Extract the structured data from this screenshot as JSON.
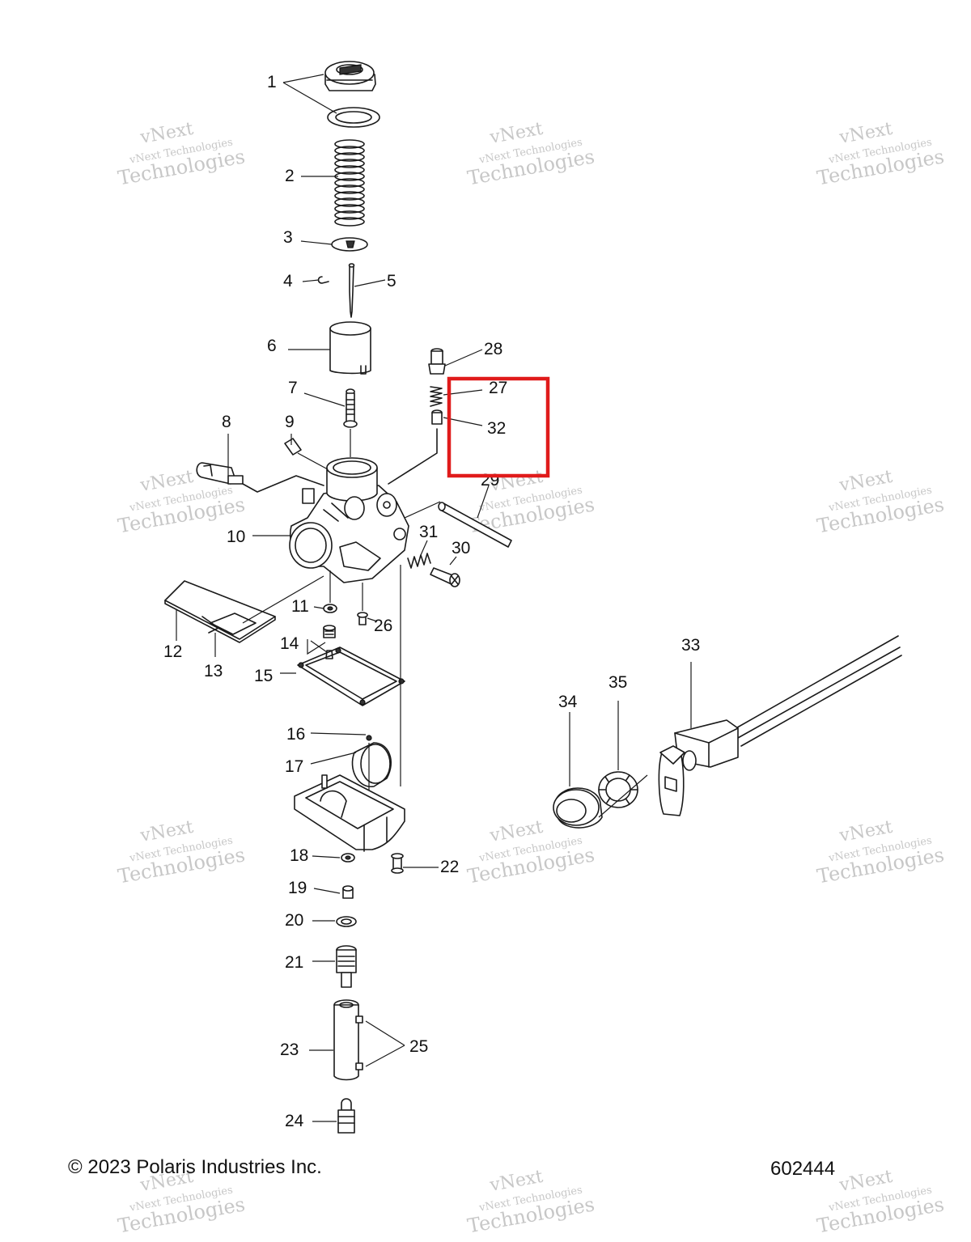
{
  "callouts": [
    {
      "id": "1",
      "label": "1"
    },
    {
      "id": "2",
      "label": "2"
    },
    {
      "id": "3",
      "label": "3"
    },
    {
      "id": "4",
      "label": "4"
    },
    {
      "id": "5",
      "label": "5"
    },
    {
      "id": "6",
      "label": "6"
    },
    {
      "id": "7",
      "label": "7"
    },
    {
      "id": "8",
      "label": "8"
    },
    {
      "id": "9",
      "label": "9"
    },
    {
      "id": "10",
      "label": "10"
    },
    {
      "id": "11",
      "label": "11"
    },
    {
      "id": "12",
      "label": "12"
    },
    {
      "id": "13",
      "label": "13"
    },
    {
      "id": "14",
      "label": "14"
    },
    {
      "id": "15",
      "label": "15"
    },
    {
      "id": "16",
      "label": "16"
    },
    {
      "id": "17",
      "label": "17"
    },
    {
      "id": "18",
      "label": "18"
    },
    {
      "id": "19",
      "label": "19"
    },
    {
      "id": "20",
      "label": "20"
    },
    {
      "id": "21",
      "label": "21"
    },
    {
      "id": "22",
      "label": "22"
    },
    {
      "id": "23",
      "label": "23"
    },
    {
      "id": "24",
      "label": "24"
    },
    {
      "id": "25",
      "label": "25"
    },
    {
      "id": "26",
      "label": "26"
    },
    {
      "id": "27",
      "label": "27"
    },
    {
      "id": "28",
      "label": "28"
    },
    {
      "id": "29",
      "label": "29"
    },
    {
      "id": "30",
      "label": "30"
    },
    {
      "id": "31",
      "label": "31"
    },
    {
      "id": "32",
      "label": "32"
    },
    {
      "id": "33",
      "label": "33"
    },
    {
      "id": "34",
      "label": "34"
    },
    {
      "id": "35",
      "label": "35"
    }
  ],
  "watermark": {
    "line1": "vNext",
    "line2": "vNext Technologies",
    "line3": "Technologies"
  },
  "footer": {
    "copyright": "© 2023 Polaris Industries Inc.",
    "diagram_number": "602444"
  },
  "highlight_color": "#e01b1b"
}
